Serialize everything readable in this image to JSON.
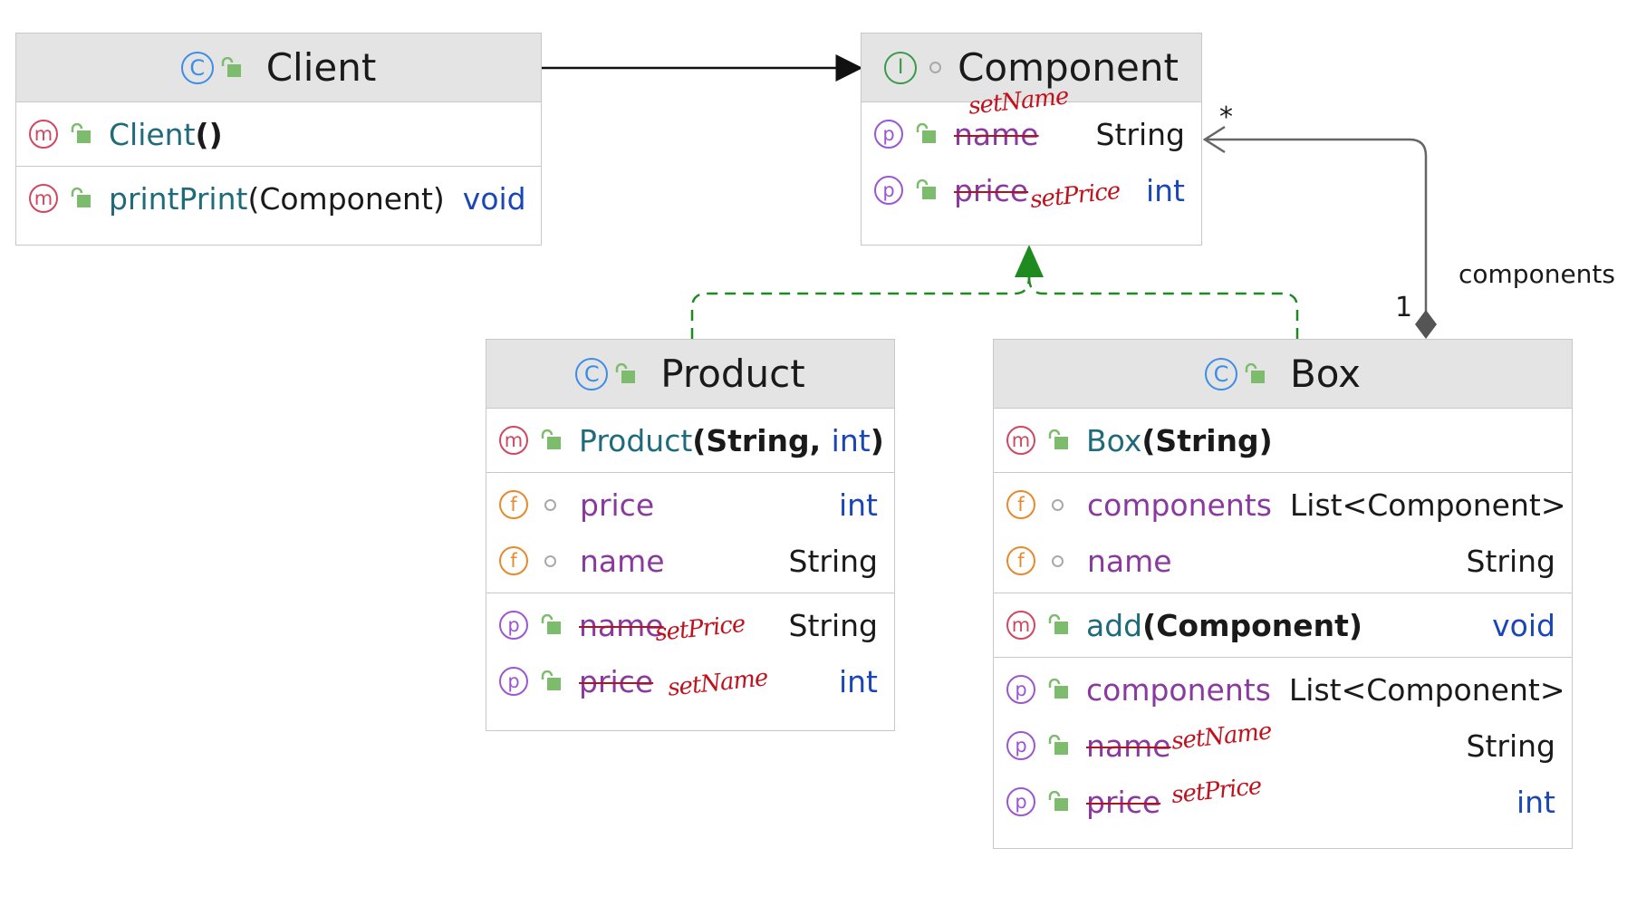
{
  "icons": {
    "class_badge": "C",
    "interface_badge": "I",
    "method_badge": "m",
    "field_badge": "f",
    "property_badge": "p"
  },
  "classes": {
    "client": {
      "name": "Client",
      "members": [
        {
          "kind": "m",
          "name": "Client",
          "params": "()",
          "type": ""
        },
        {
          "kind": "m",
          "name": "printPrint",
          "params": "(Component)",
          "type": "void"
        }
      ]
    },
    "component": {
      "name": "Component",
      "members": [
        {
          "kind": "p",
          "name": "name",
          "type": "String",
          "note": "setName"
        },
        {
          "kind": "p",
          "name": "price",
          "type": "int",
          "note": "setPrice"
        }
      ]
    },
    "product": {
      "name": "Product",
      "constructor": {
        "name": "Product",
        "p1": "(String, ",
        "p2": "int",
        "p3": ")"
      },
      "fields": [
        {
          "name": "price",
          "type": "int"
        },
        {
          "name": "name",
          "type": "String"
        }
      ],
      "properties": [
        {
          "name": "name",
          "type": "String",
          "note": "setPrice"
        },
        {
          "name": "price",
          "type": "int",
          "note": "setName"
        }
      ]
    },
    "box": {
      "name": "Box",
      "constructor": {
        "name": "Box",
        "params": "(String)"
      },
      "fields": [
        {
          "name": "components",
          "type": "List<Component>"
        },
        {
          "name": "name",
          "type": "String"
        }
      ],
      "method": {
        "name": "add",
        "params": "(Component)",
        "type": "void"
      },
      "properties": [
        {
          "name": "components",
          "type": "List<Component>",
          "note": ""
        },
        {
          "name": "name",
          "type": "String",
          "note": "setName"
        },
        {
          "name": "price",
          "type": "int",
          "note": "setPrice"
        }
      ]
    }
  },
  "relations": {
    "aggregation": {
      "label": "components",
      "multiplicity_many": "*",
      "multiplicity_one": "1"
    }
  },
  "colors": {
    "header_bg": "#e4e4e4",
    "border": "#c8c8c8",
    "realization": "#1f8a1f",
    "handwriting": "#c0121c"
  }
}
